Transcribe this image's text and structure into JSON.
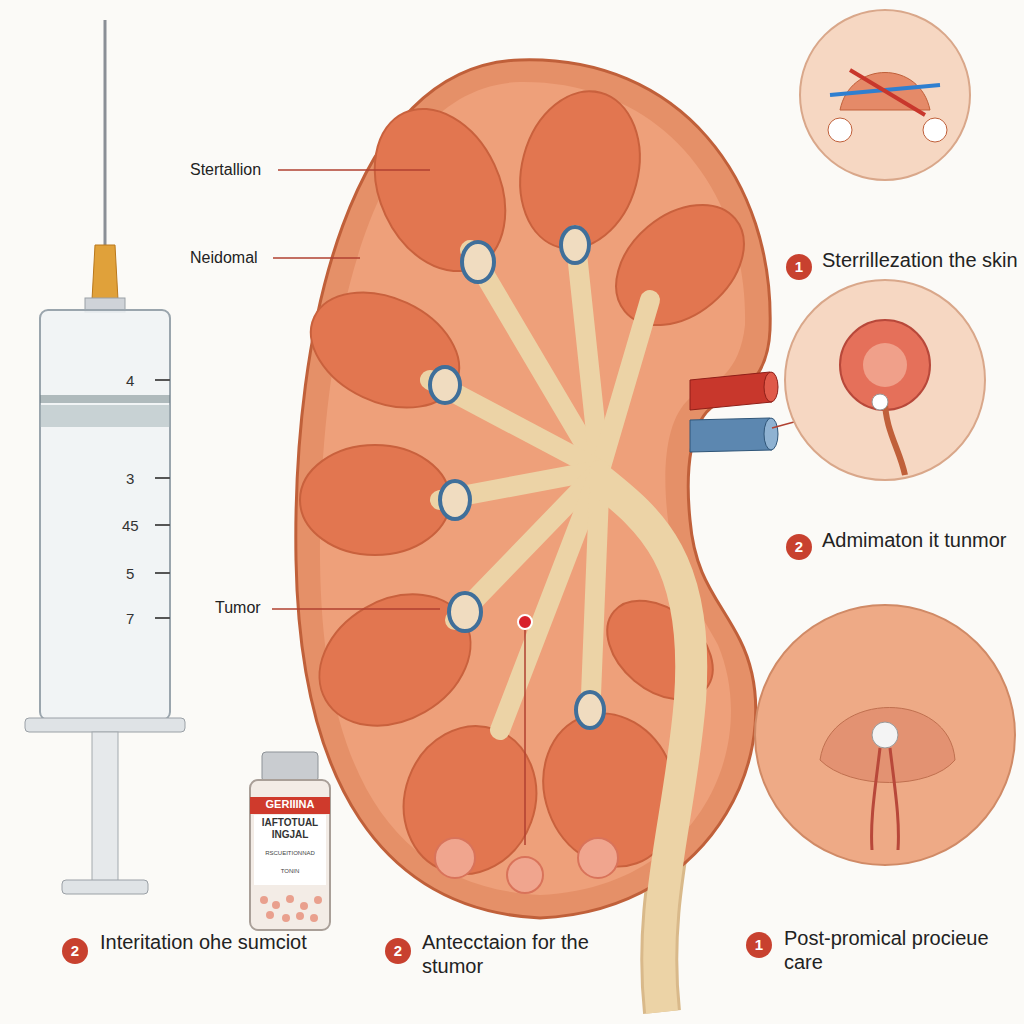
{
  "diagram": {
    "labels": [
      "Stertallion",
      "Neidomal",
      "Tumor",
      "4",
      "3",
      "45",
      "5",
      "7",
      "GERIIINA",
      "IAFTOTUAL INGJAL",
      "RSCUEITIONNAD",
      "TONIN",
      "1",
      "Sterrillezation the skin",
      "2",
      "Admimaton it tunmor",
      "2",
      "Interitation ohe sumciot",
      "2",
      "Antecctaion for the stumor",
      "1",
      "Post-promical procieue care"
    ]
  }
}
